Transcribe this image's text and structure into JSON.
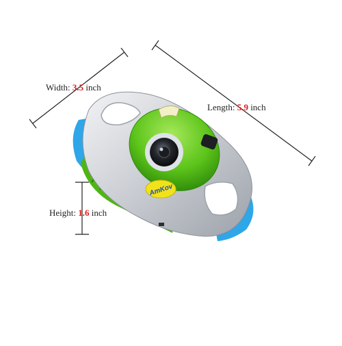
{
  "dimensions": {
    "width": {
      "label": "Width: ",
      "value": "3.5",
      "unit": " inch"
    },
    "length": {
      "label": "Length: ",
      "value": "5.9",
      "unit": " inch"
    },
    "height": {
      "label": "Height: ",
      "value": "1.6",
      "unit": " inch"
    }
  },
  "product": {
    "brand_logo": "AmKov"
  },
  "colors": {
    "body_silver": "#c9ccd2",
    "body_green": "#5cc41a",
    "grip_blue": "#2fa6e8",
    "value_red": "#e01818",
    "logo_yellow": "#f2e21a"
  }
}
